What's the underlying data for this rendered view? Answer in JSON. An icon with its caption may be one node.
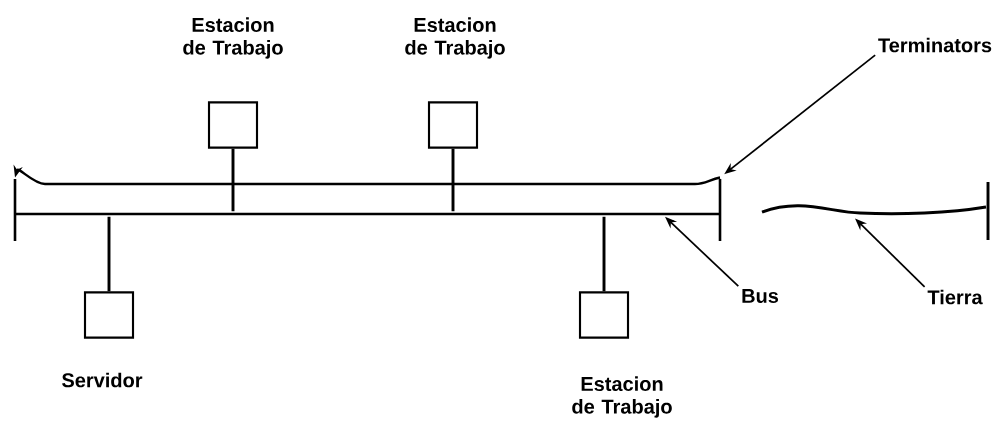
{
  "diagram": {
    "nodes": [
      {
        "text": [
          "Estacion de Trabajo"
        ]
      },
      {
        "text": [
          "Estacion de Trabajo"
        ]
      },
      {
        "text": [
          "Servidor"
        ]
      },
      {
        "text": [
          "Estacion de Trabajo"
        ]
      },
      {
        "text": [],
        "shape": "bar"
      },
      {
        "text": [],
        "shape": "bar"
      },
      {
        "text": [],
        "shape": "bar"
      },
      {
        "text": [
          "Terminators"
        ]
      },
      {
        "text": [
          "Bus"
        ]
      },
      {
        "text": [],
        "shape": "line"
      },
      {
        "text": [
          "Tierra"
        ]
      }
    ],
    "edges": [
      {
        "from": 0,
        "to": 4,
        "arrow": "none"
      },
      {
        "from": 1,
        "to": 4,
        "arrow": "none"
      },
      {
        "from": 2,
        "to": 4,
        "arrow": "none"
      },
      {
        "from": 3,
        "to": 4,
        "arrow": "none"
      },
      {
        "from": 6,
        "to": 5,
        "arrow": "to"
      },
      {
        "from": 7,
        "to": 6,
        "arrow": "to"
      },
      {
        "from": 8,
        "to": 4,
        "arrow": "to"
      },
      {
        "from": 10,
        "to": 9,
        "arrow": "to"
      }
    ]
  }
}
